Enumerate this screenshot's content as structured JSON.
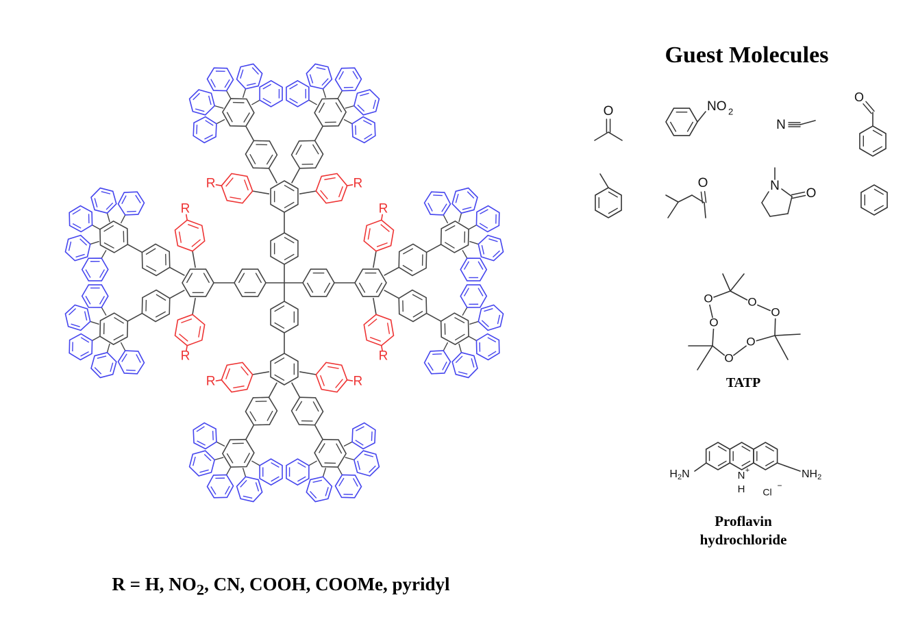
{
  "dendrimer": {
    "substituent_label": "R",
    "r_definition": {
      "prefix": "R = H, NO",
      "sub": "2",
      "suffix": ", CN, COOH, COOMe, pyridyl"
    }
  },
  "guest_panel": {
    "title": "Guest Molecules",
    "atoms": {
      "oxygen": "O",
      "nitrogen": "N",
      "nitro_group": "NO",
      "nitro_sub": "2",
      "amine": "NH",
      "amine_sub": "2",
      "amine_left": "H",
      "amine_left_sub": "2",
      "amine_left_tail": "N",
      "ring_nh": "H",
      "charge_plus": "+",
      "chloride": "Cl",
      "charge_minus": "−"
    },
    "tatp_label": "TATP",
    "proflavin_label_line1": "Proflavin",
    "proflavin_label_line2": "hydrochloride"
  },
  "colors": {
    "core": "#444444",
    "peripheral_phenyl": "#4444ee",
    "substituted_phenyl": "#ee3333",
    "guest": "#333333"
  }
}
